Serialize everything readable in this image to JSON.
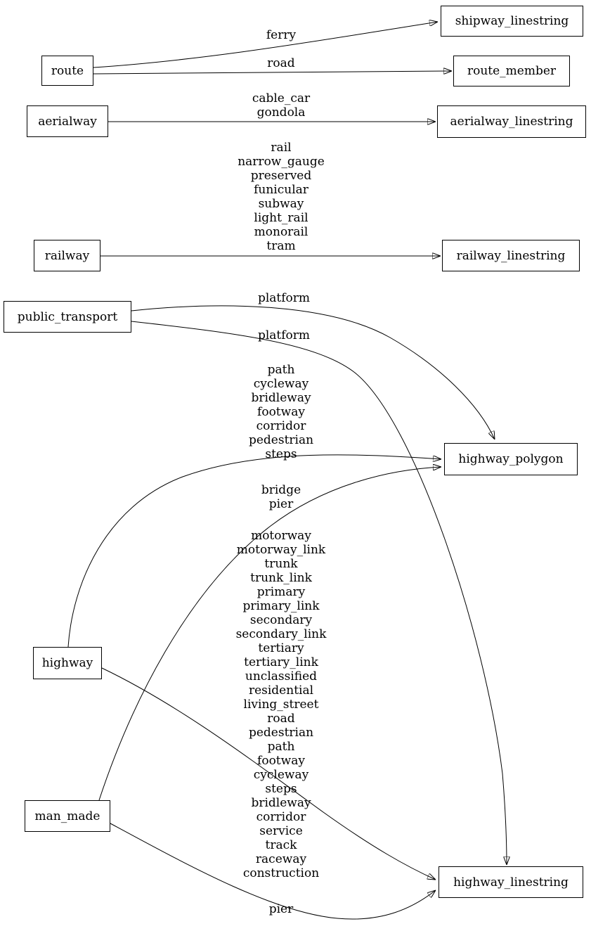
{
  "diagram": {
    "title": "OSM tag to table mapping graph",
    "nodes": {
      "route": {
        "label": "route"
      },
      "aerialway": {
        "label": "aerialway"
      },
      "railway": {
        "label": "railway"
      },
      "public_transport": {
        "label": "public_transport"
      },
      "highway": {
        "label": "highway"
      },
      "man_made": {
        "label": "man_made"
      },
      "shipway_linestring": {
        "label": "shipway_linestring"
      },
      "route_member": {
        "label": "route_member"
      },
      "aerialway_linestring": {
        "label": "aerialway_linestring"
      },
      "railway_linestring": {
        "label": "railway_linestring"
      },
      "highway_polygon": {
        "label": "highway_polygon"
      },
      "highway_linestring": {
        "label": "highway_linestring"
      }
    },
    "edges": [
      {
        "from": "route",
        "to": "shipway_linestring",
        "label": "ferry"
      },
      {
        "from": "route",
        "to": "route_member",
        "label": "road"
      },
      {
        "from": "aerialway",
        "to": "aerialway_linestring",
        "label": "cable_car\ngondola"
      },
      {
        "from": "railway",
        "to": "railway_linestring",
        "label": "rail\nnarrow_gauge\npreserved\nfunicular\nsubway\nlight_rail\nmonorail\ntram"
      },
      {
        "from": "public_transport",
        "to": "highway_polygon",
        "label": "platform"
      },
      {
        "from": "public_transport",
        "to": "highway_linestring",
        "label": "platform"
      },
      {
        "from": "highway",
        "to": "highway_polygon",
        "label": "path\ncycleway\nbridleway\nfootway\ncorridor\npedestrian\nsteps"
      },
      {
        "from": "man_made",
        "to": "highway_polygon",
        "label": "bridge\npier"
      },
      {
        "from": "highway",
        "to": "highway_linestring",
        "label": "motorway\nmotorway_link\ntrunk\ntrunk_link\nprimary\nprimary_link\nsecondary\nsecondary_link\ntertiary\ntertiary_link\nunclassified\nresidential\nliving_street\nroad\npedestrian\npath\nfootway\ncycleway\nsteps\nbridleway\ncorridor\nservice\ntrack\nraceway\nconstruction"
      },
      {
        "from": "man_made",
        "to": "highway_linestring",
        "label": "pier"
      }
    ],
    "colors": {
      "stroke": "#000000",
      "background": "#ffffff"
    }
  }
}
